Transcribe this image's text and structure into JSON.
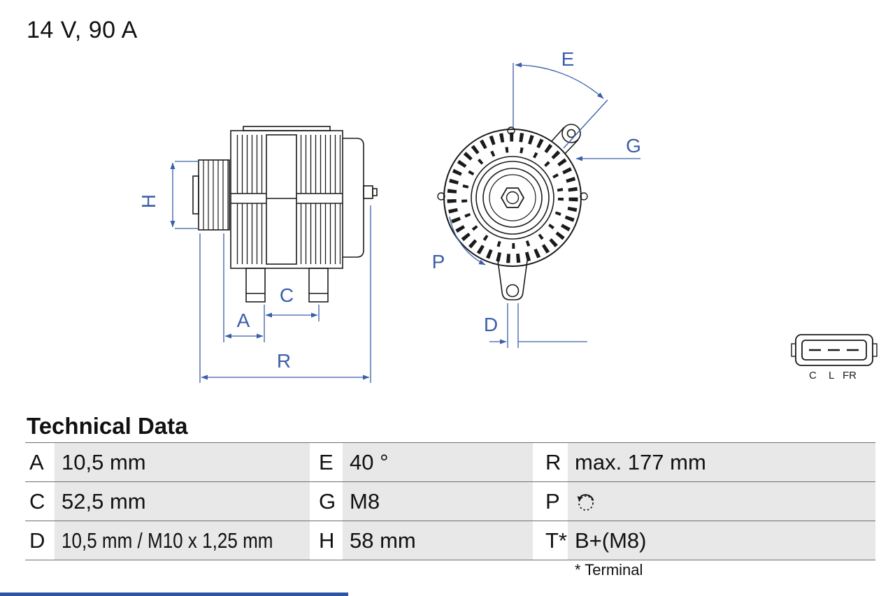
{
  "rating": "14 V, 90 A",
  "diagram": {
    "labels": {
      "h": "H",
      "a": "A",
      "c": "C",
      "r": "R",
      "e": "E",
      "g": "G",
      "p": "P",
      "d": "D"
    },
    "connector": {
      "pin1": "C",
      "pin2": "L",
      "pin3": "FR"
    }
  },
  "technical_data": {
    "title": "Technical Data",
    "rows": [
      {
        "cells": [
          {
            "key": "A",
            "value": "10,5 mm"
          },
          {
            "key": "E",
            "value": "40 °"
          },
          {
            "key": "R",
            "value": "max. 177 mm"
          }
        ]
      },
      {
        "cells": [
          {
            "key": "C",
            "value": "52,5 mm"
          },
          {
            "key": "G",
            "value": "M8"
          },
          {
            "key": "P",
            "value": "",
            "icon": "rotation-direction-icon"
          }
        ]
      },
      {
        "cells": [
          {
            "key": "D",
            "value": "10,5 mm / M10 x 1,25 mm"
          },
          {
            "key": "H",
            "value": "58 mm"
          },
          {
            "key": "T*",
            "value": "B+(M8)"
          }
        ]
      }
    ],
    "footnote": "* Terminal"
  },
  "colors": {
    "dimension_blue": "#3b5ea9",
    "outline": "#1a1a1a",
    "value_cell_gray": "#e8e8e8",
    "accent_bar_blue": "#2e55a5"
  }
}
